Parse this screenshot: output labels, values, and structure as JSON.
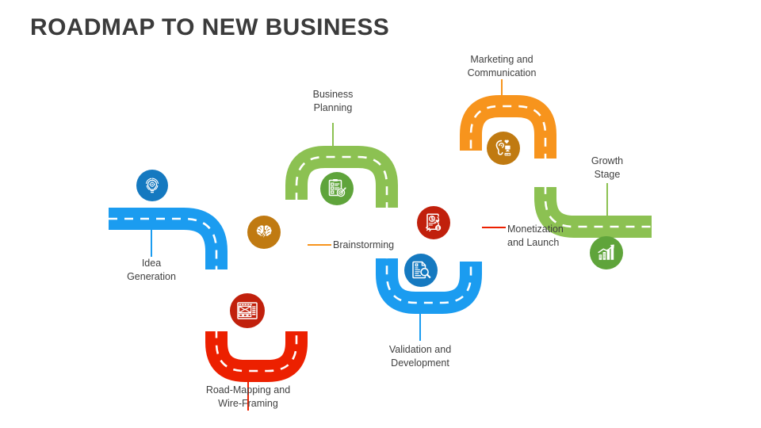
{
  "title": "ROADMAP TO NEW BUSINESS",
  "colors": {
    "blue": "#1b9cf0",
    "red": "#ec2000",
    "orange": "#f7941d",
    "green": "#8cc152",
    "icon_blue": "#1579c0",
    "icon_dark_orange": "#c07a11",
    "icon_dark_red": "#c1200c",
    "icon_green": "#5fa43b",
    "text": "#404040",
    "title_text": "#3b3b3b"
  },
  "stages": [
    {
      "id": "idea-generation",
      "label": "Idea Generation",
      "label_lines": [
        "Idea",
        "Generation"
      ],
      "icon": "lightbulb-gear-icon",
      "icon_color": "#1579c0",
      "connector_color": "#1b9cf0",
      "road_color": "#1b9cf0"
    },
    {
      "id": "road-mapping-wire-framing",
      "label": "Road-Mapping and Wire-Framing",
      "label_lines": [
        "Road-Mapping and",
        "Wire-Framing"
      ],
      "icon": "wireframe-layout-icon",
      "icon_color": "#c1200c",
      "connector_color": "#ec2000",
      "road_color": "#ec2000"
    },
    {
      "id": "brainstorming",
      "label": "Brainstorming",
      "label_lines": [
        "Brainstorming"
      ],
      "icon": "brain-lightning-icon",
      "icon_color": "#c07a11",
      "connector_color": "#f7941d",
      "road_color": "#f7941d"
    },
    {
      "id": "business-planning",
      "label": "Business Planning",
      "label_lines": [
        "Business",
        "Planning"
      ],
      "icon": "clipboard-target-icon",
      "icon_color": "#5fa43b",
      "connector_color": "#8cc152",
      "road_color": "#8cc152"
    },
    {
      "id": "validation-and-development",
      "label": "Validation and Development",
      "label_lines": [
        "Validation and",
        "Development"
      ],
      "icon": "document-magnifier-icon",
      "icon_color": "#1579c0",
      "connector_color": "#1b9cf0",
      "road_color": "#1b9cf0"
    },
    {
      "id": "monetization-and-launch",
      "label": "Monetization and Launch",
      "label_lines": [
        "Monetization",
        "and Launch"
      ],
      "icon": "money-rocket-icon",
      "icon_color": "#c1200c",
      "connector_color": "#ec2000",
      "road_color": "#ec2000"
    },
    {
      "id": "marketing-and-communication",
      "label": "Marketing and Communication",
      "label_lines": [
        "Marketing and",
        "Communication"
      ],
      "icon": "ear-media-icon",
      "icon_color": "#c07a11",
      "connector_color": "#f7941d",
      "road_color": "#f7941d"
    },
    {
      "id": "growth-stage",
      "label": "Growth Stage",
      "label_lines": [
        "Growth",
        "Stage"
      ],
      "icon": "growth-chart-icon",
      "icon_color": "#5fa43b",
      "connector_color": "#8cc152",
      "road_color": "#8cc152"
    }
  ]
}
